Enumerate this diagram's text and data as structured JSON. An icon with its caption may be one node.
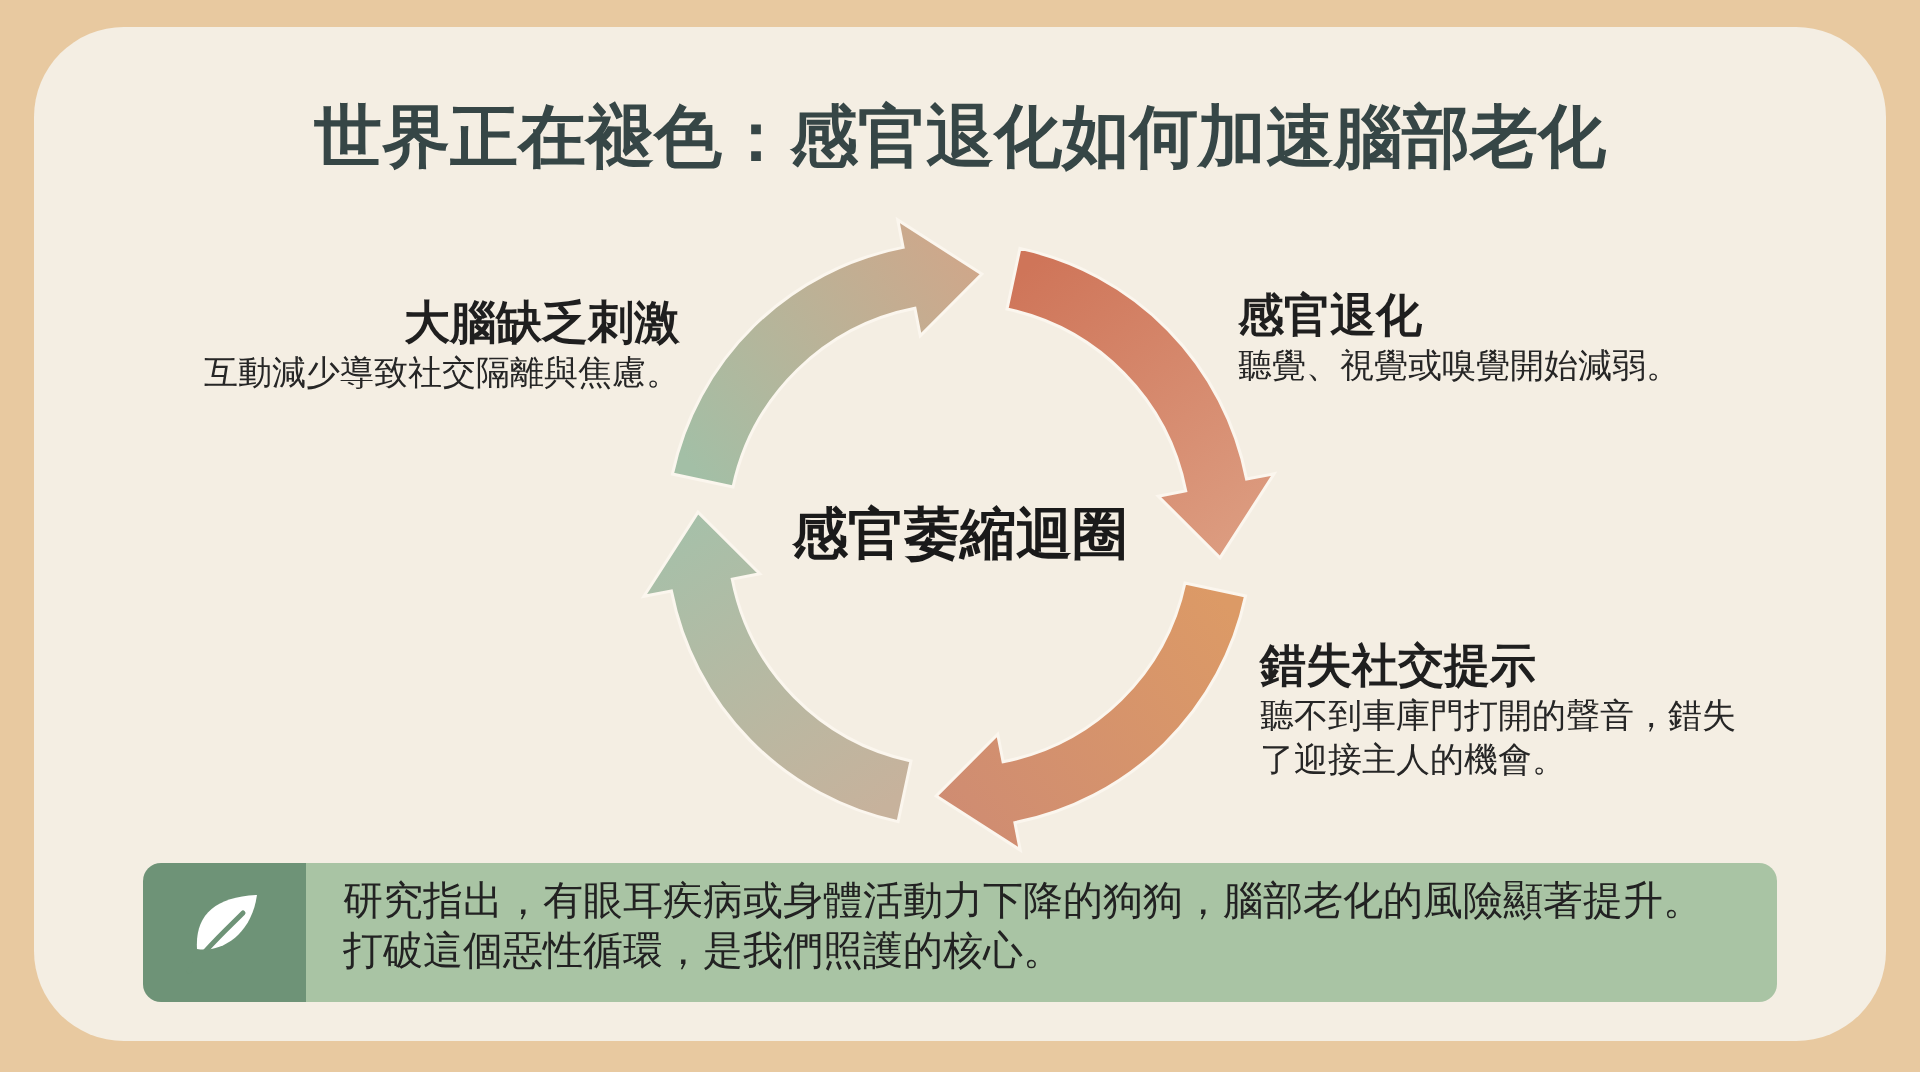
{
  "diagram": {
    "title": "世界正在褪色：感官退化如何加速腦部老化",
    "nodes": [
      {
        "text": [
          "大腦缺乏刺激",
          "互動減少導致社交隔離與焦慮。"
        ]
      },
      {
        "text": [
          "感官退化",
          "聽覺、視覺或嗅覺開始減弱。"
        ]
      },
      {
        "text": [
          "錯失社交提示",
          "聽不到車庫門打開的聲音，錯失了迎接主人的機會。"
        ]
      },
      {
        "text": [
          "感官萎縮迴圈"
        ]
      },
      {
        "text": [
          "研究指出，有眼耳疾病或身體活動力下降的狗狗，腦部老化的風險顯著提升。",
          "打破這個惡性循環，是我們照護的核心。"
        ]
      }
    ]
  }
}
